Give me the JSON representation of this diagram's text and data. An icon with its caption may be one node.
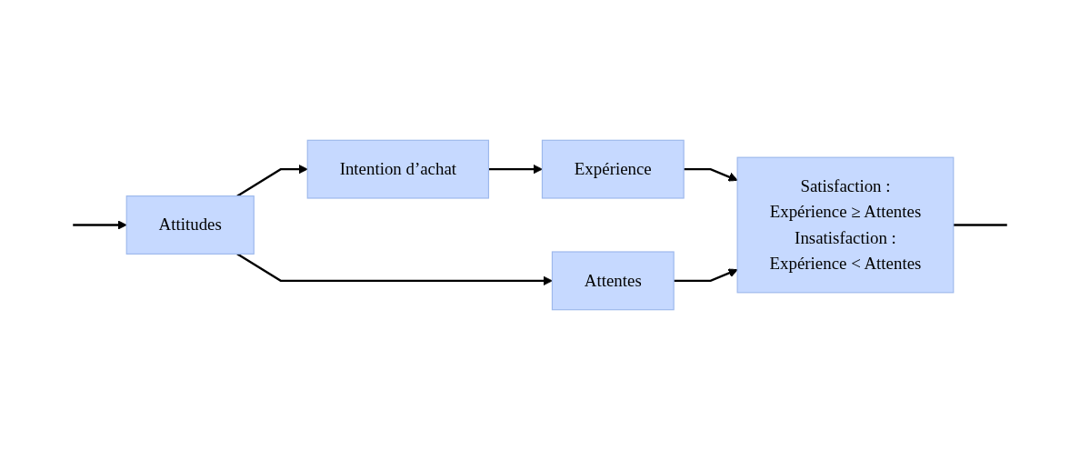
{
  "diagram": {
    "nodes": [
      {
        "text": [
          "Attitudes"
        ]
      },
      {
        "text": [
          "Intention d’achat"
        ]
      },
      {
        "text": [
          "Expérience"
        ]
      },
      {
        "text": [
          "Attentes"
        ]
      },
      {
        "text": [
          "Satisfaction :",
          "Expérience ≥  Attentes",
          "Insatisfaction :",
          "Expérience <  Attentes"
        ]
      }
    ],
    "edges": [
      {
        "from": 0,
        "to": 1,
        "arrow": "to"
      },
      {
        "from": 1,
        "to": 2,
        "arrow": "to"
      },
      {
        "from": 0,
        "to": 3,
        "arrow": "to"
      },
      {
        "from": 2,
        "to": 4,
        "arrow": "to"
      },
      {
        "from": 3,
        "to": 4,
        "arrow": "to"
      },
      {
        "from": null,
        "to": 0,
        "arrow": "to"
      },
      {
        "from": 4,
        "to": null,
        "arrow": "none"
      }
    ]
  }
}
